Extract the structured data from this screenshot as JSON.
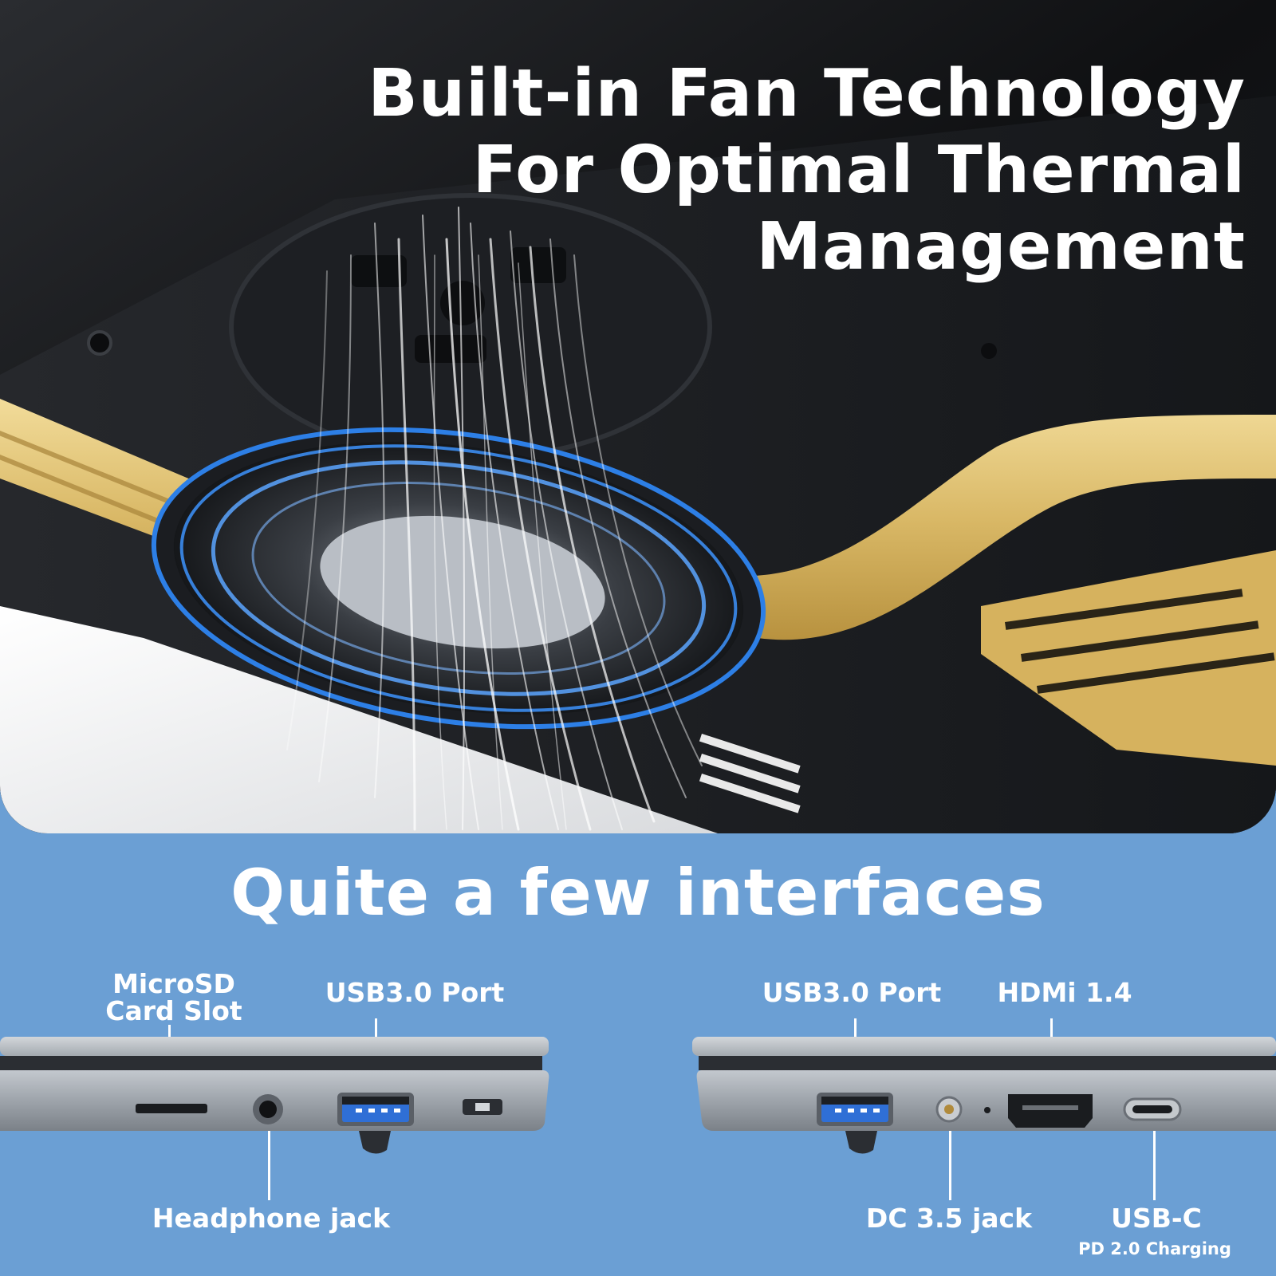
{
  "hero": {
    "headline_line1": "Built-in Fan Technology",
    "headline_line2": "For Optimal Thermal",
    "headline_line3": "Management"
  },
  "interfaces": {
    "title": "Quite a few interfaces",
    "left_side": {
      "microsd_line1": "MicroSD",
      "microsd_line2": "Card Slot",
      "usb_port": "USB3.0 Port",
      "headphone": "Headphone jack"
    },
    "right_side": {
      "usb_port": "USB3.0 Port",
      "hdmi": "HDMi 1.4",
      "dc_jack": "DC 3.5 jack",
      "usbc": "USB-C",
      "usbc_sub": "PD 2.0 Charging"
    }
  },
  "colors": {
    "background_blue": "#6b9fd4",
    "heatpipe_gold": "#e3c57c",
    "fan_glow": "#2d7fe6",
    "usb_blue": "#2f6fd6",
    "laptop_silver": "#9da3aa"
  },
  "icons": [
    "fan-icon",
    "airflow-icon",
    "microsd-slot-icon",
    "headphone-jack-icon",
    "usb-port-icon",
    "dc-jack-icon",
    "hdmi-port-icon",
    "usb-c-port-icon"
  ]
}
